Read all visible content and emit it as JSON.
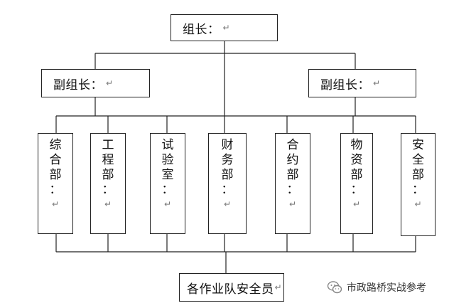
{
  "top": {
    "label": "组长：",
    "mark": "↵"
  },
  "deputies": [
    {
      "label": "副组长：",
      "mark": "↵"
    },
    {
      "label": "副组长：",
      "mark": "↵"
    }
  ],
  "departments": [
    {
      "chars": [
        "综",
        "合",
        "部",
        "："
      ],
      "mark": "↵"
    },
    {
      "chars": [
        "工",
        "程",
        "部",
        "："
      ],
      "mark": "↵"
    },
    {
      "chars": [
        "试",
        "验",
        "室",
        "："
      ],
      "mark": "↵"
    },
    {
      "chars": [
        "财",
        "务",
        "部",
        "："
      ],
      "mark": "↵"
    },
    {
      "chars": [
        "合",
        "约",
        "部",
        "："
      ],
      "mark": "↵"
    },
    {
      "chars": [
        "物",
        "资",
        "部",
        "："
      ],
      "mark": "↵"
    },
    {
      "chars": [
        "安",
        "全",
        "部",
        "："
      ],
      "mark": "↵"
    }
  ],
  "bottom": {
    "label": "各作业队安全员",
    "mark": "↵"
  },
  "watermark": {
    "text": "市政路桥实战参考",
    "icon": "wechat-icon"
  }
}
